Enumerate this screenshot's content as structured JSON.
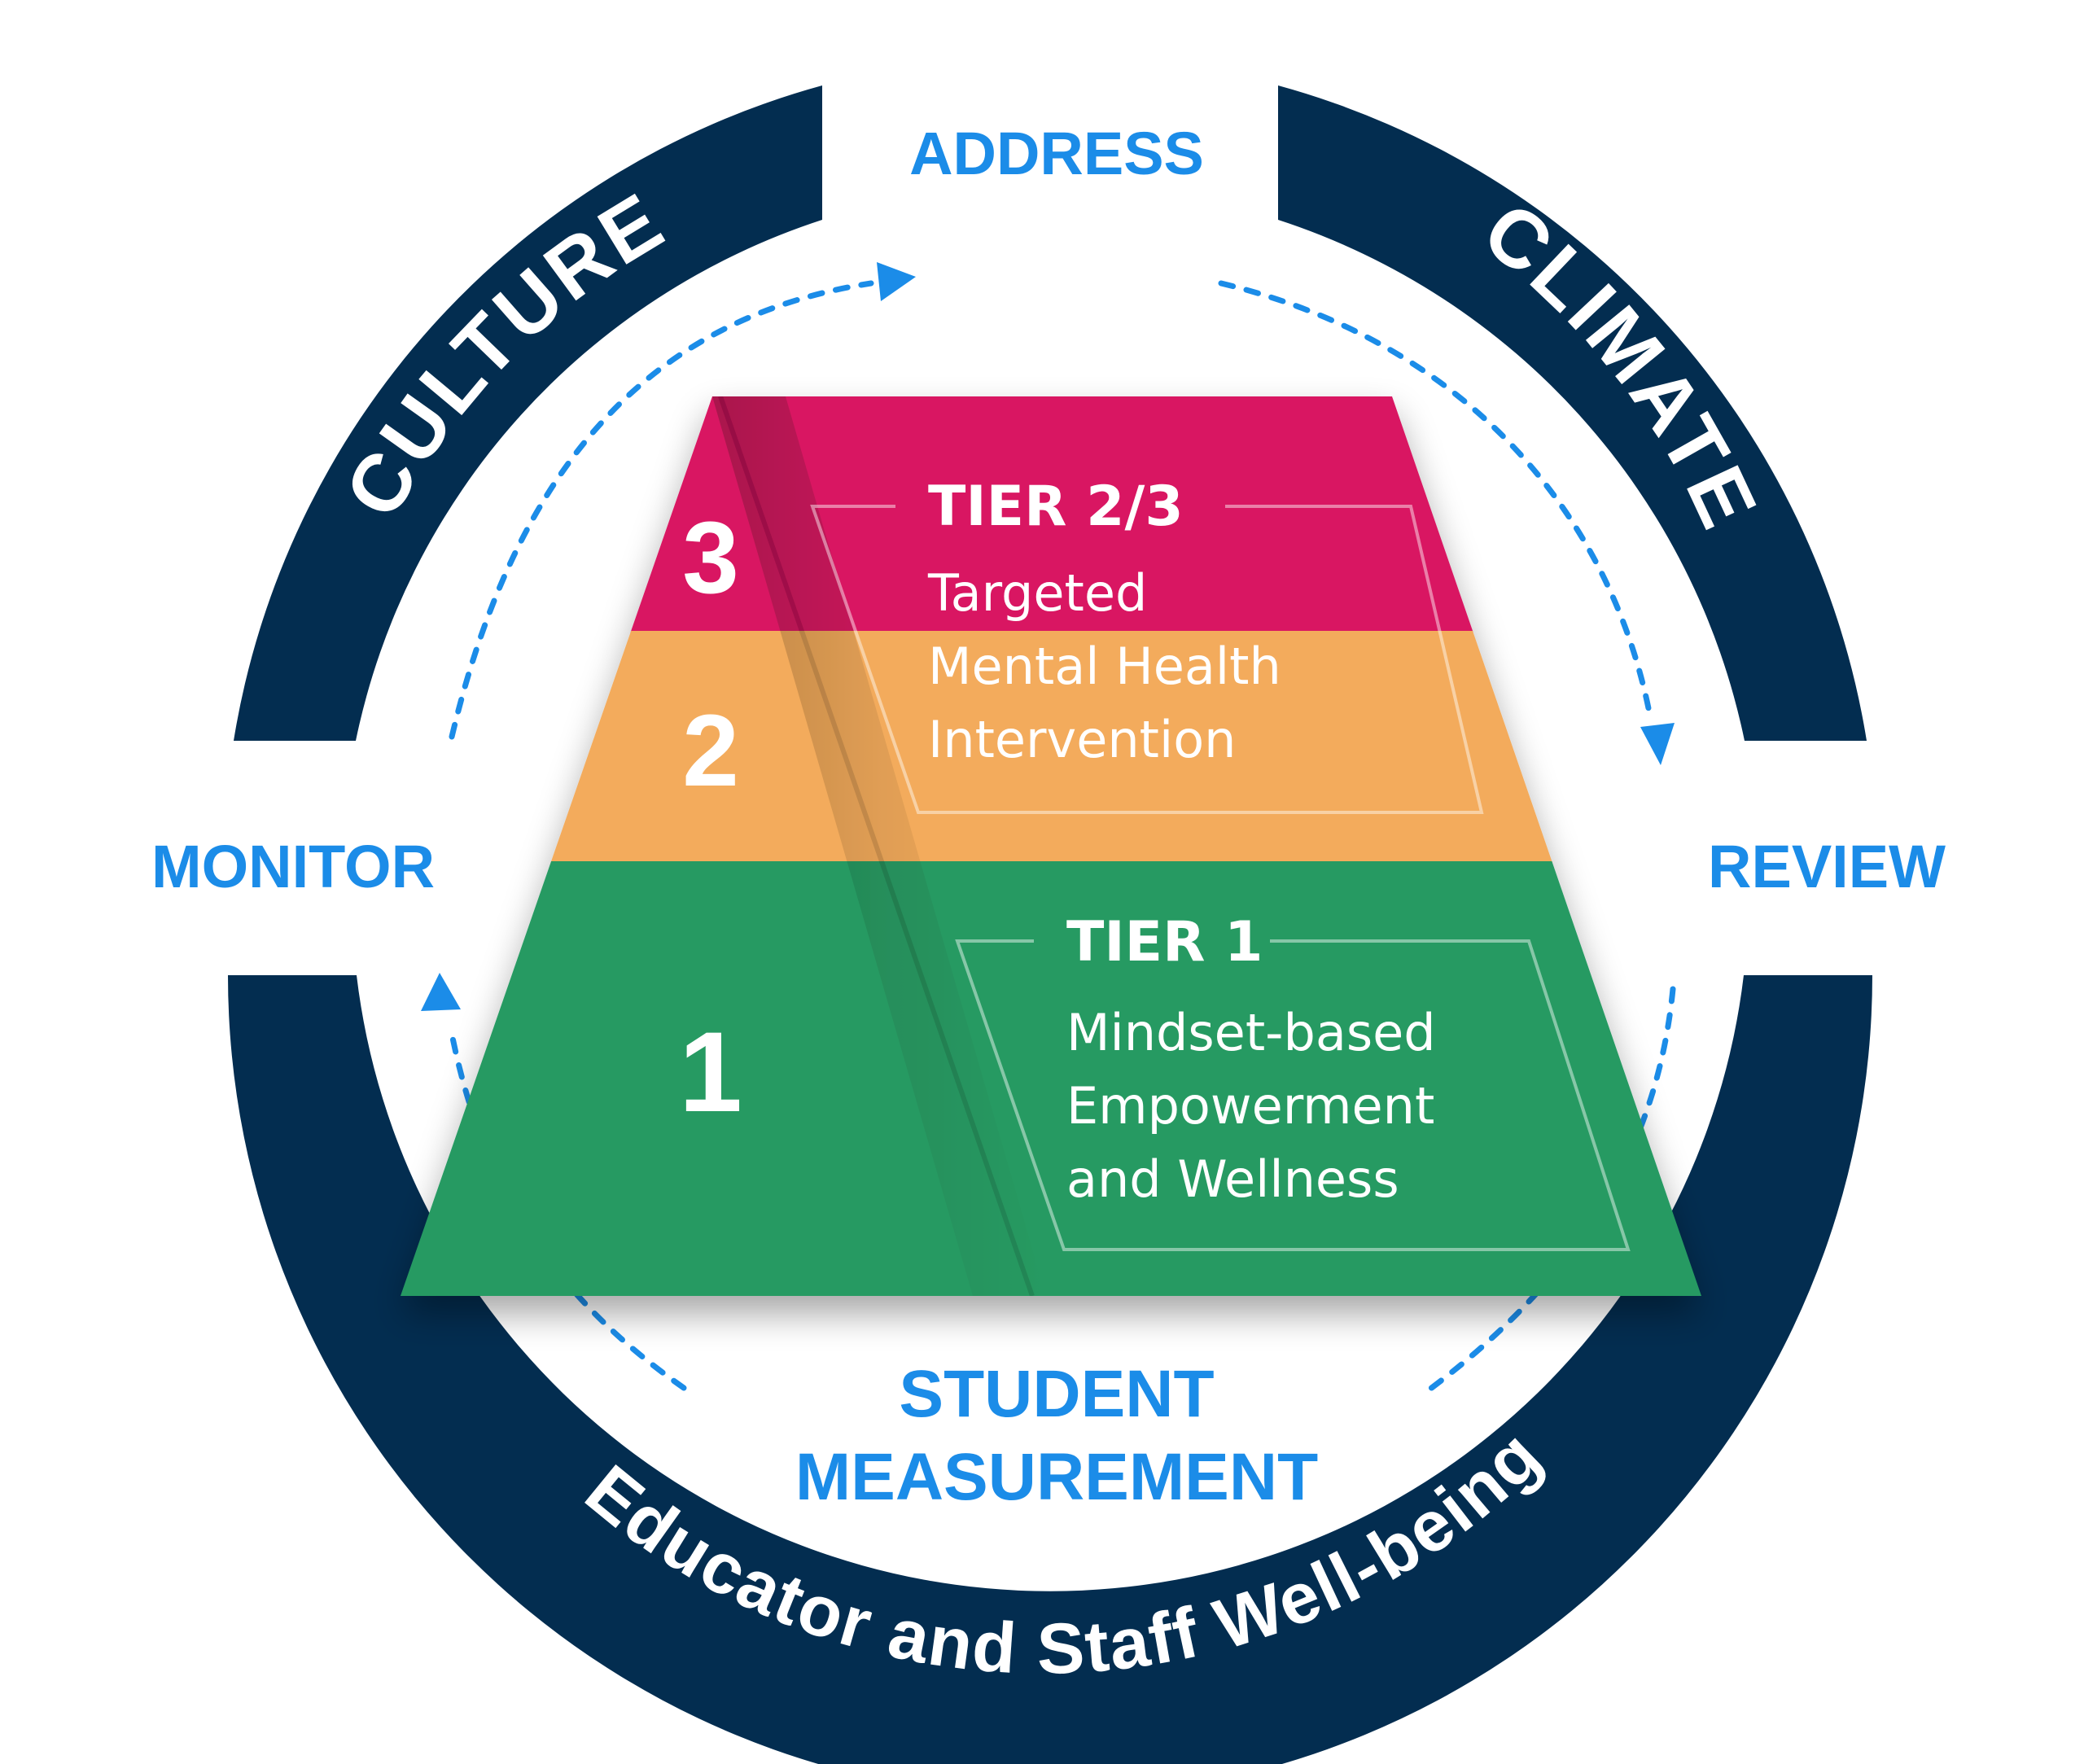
{
  "colors": {
    "navy": "#032d50",
    "accent_blue": "#1b8ce8",
    "tier3": "#d91762",
    "tier2": "#f3ab5b",
    "tier1": "#289a62",
    "white": "#ffffff"
  },
  "ring": {
    "top_left_label": "CULTURE",
    "top_right_label": "CLIMATE",
    "bottom_label": "Educator and Staff Well-being"
  },
  "cycle": {
    "top": "ADDRESS",
    "right": "REVIEW",
    "left": "MONITOR",
    "bottom_line1": "STUDENT",
    "bottom_line2": "MEASUREMENT"
  },
  "pyramid": {
    "level3_number": "3",
    "level2_number": "2",
    "level1_number": "1",
    "upper_card": {
      "title": "TIER 2/3",
      "line1": "Targeted",
      "line2": "Mental Health",
      "line3": "Intervention"
    },
    "lower_card": {
      "title": "TIER 1",
      "line1": "Mindset-based",
      "line2": "Empowerment",
      "line3": "and Wellness"
    }
  },
  "icons": {
    "arrow_top": "arrow-right-icon",
    "arrow_right": "arrow-down-icon",
    "arrow_left": "arrow-up-icon"
  }
}
